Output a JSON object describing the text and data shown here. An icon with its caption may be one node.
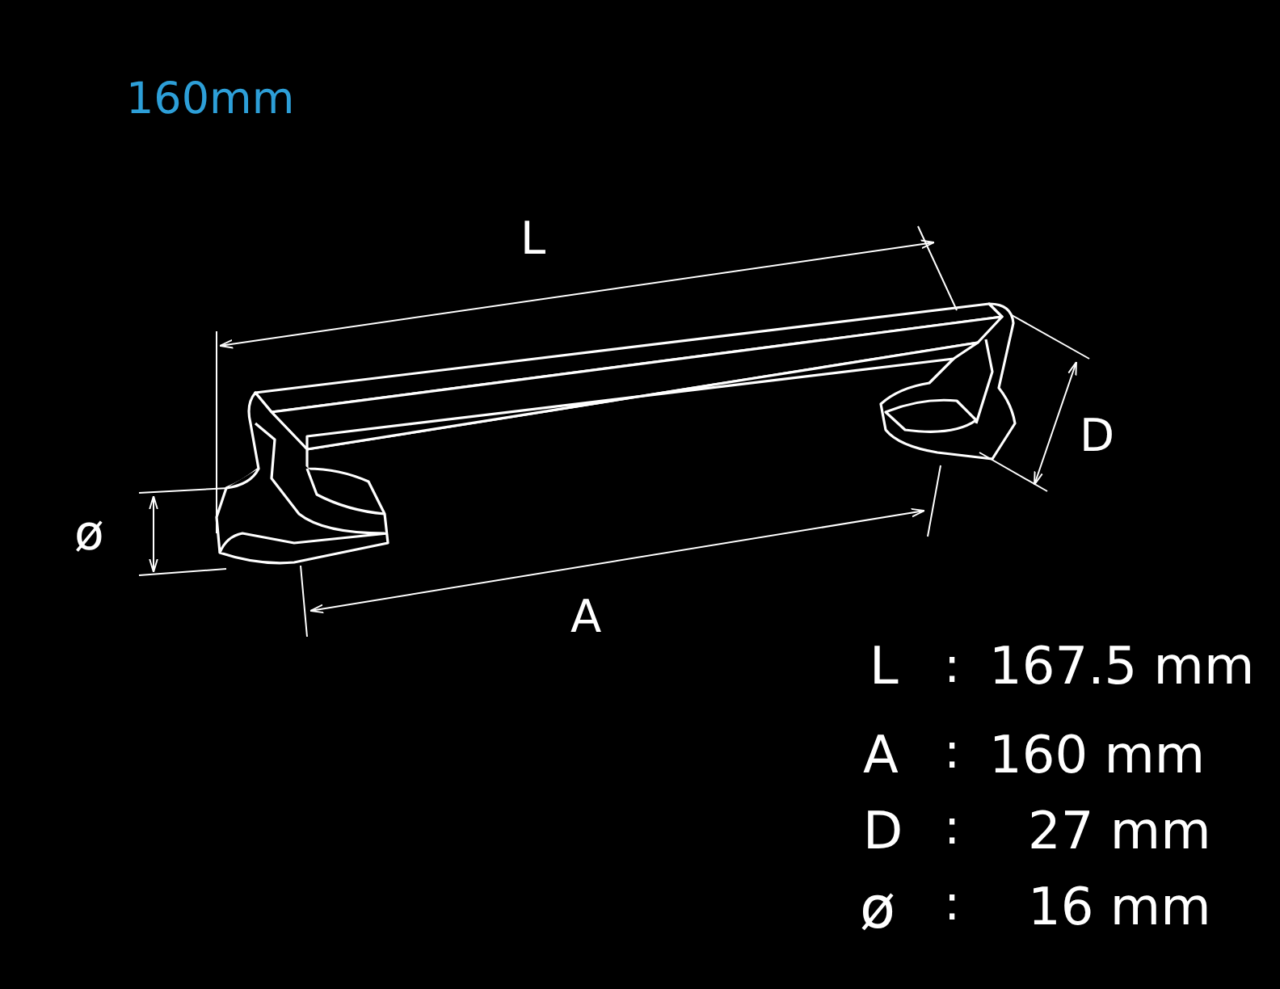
{
  "diagram": {
    "title": "160mm",
    "labels": [
      "L",
      "D",
      "ø",
      "A",
      "L",
      ":",
      "167.5 mm",
      "A",
      ":",
      "160 mm",
      "D",
      ":",
      "27 mm",
      "ø",
      ":",
      "16 mm"
    ]
  }
}
